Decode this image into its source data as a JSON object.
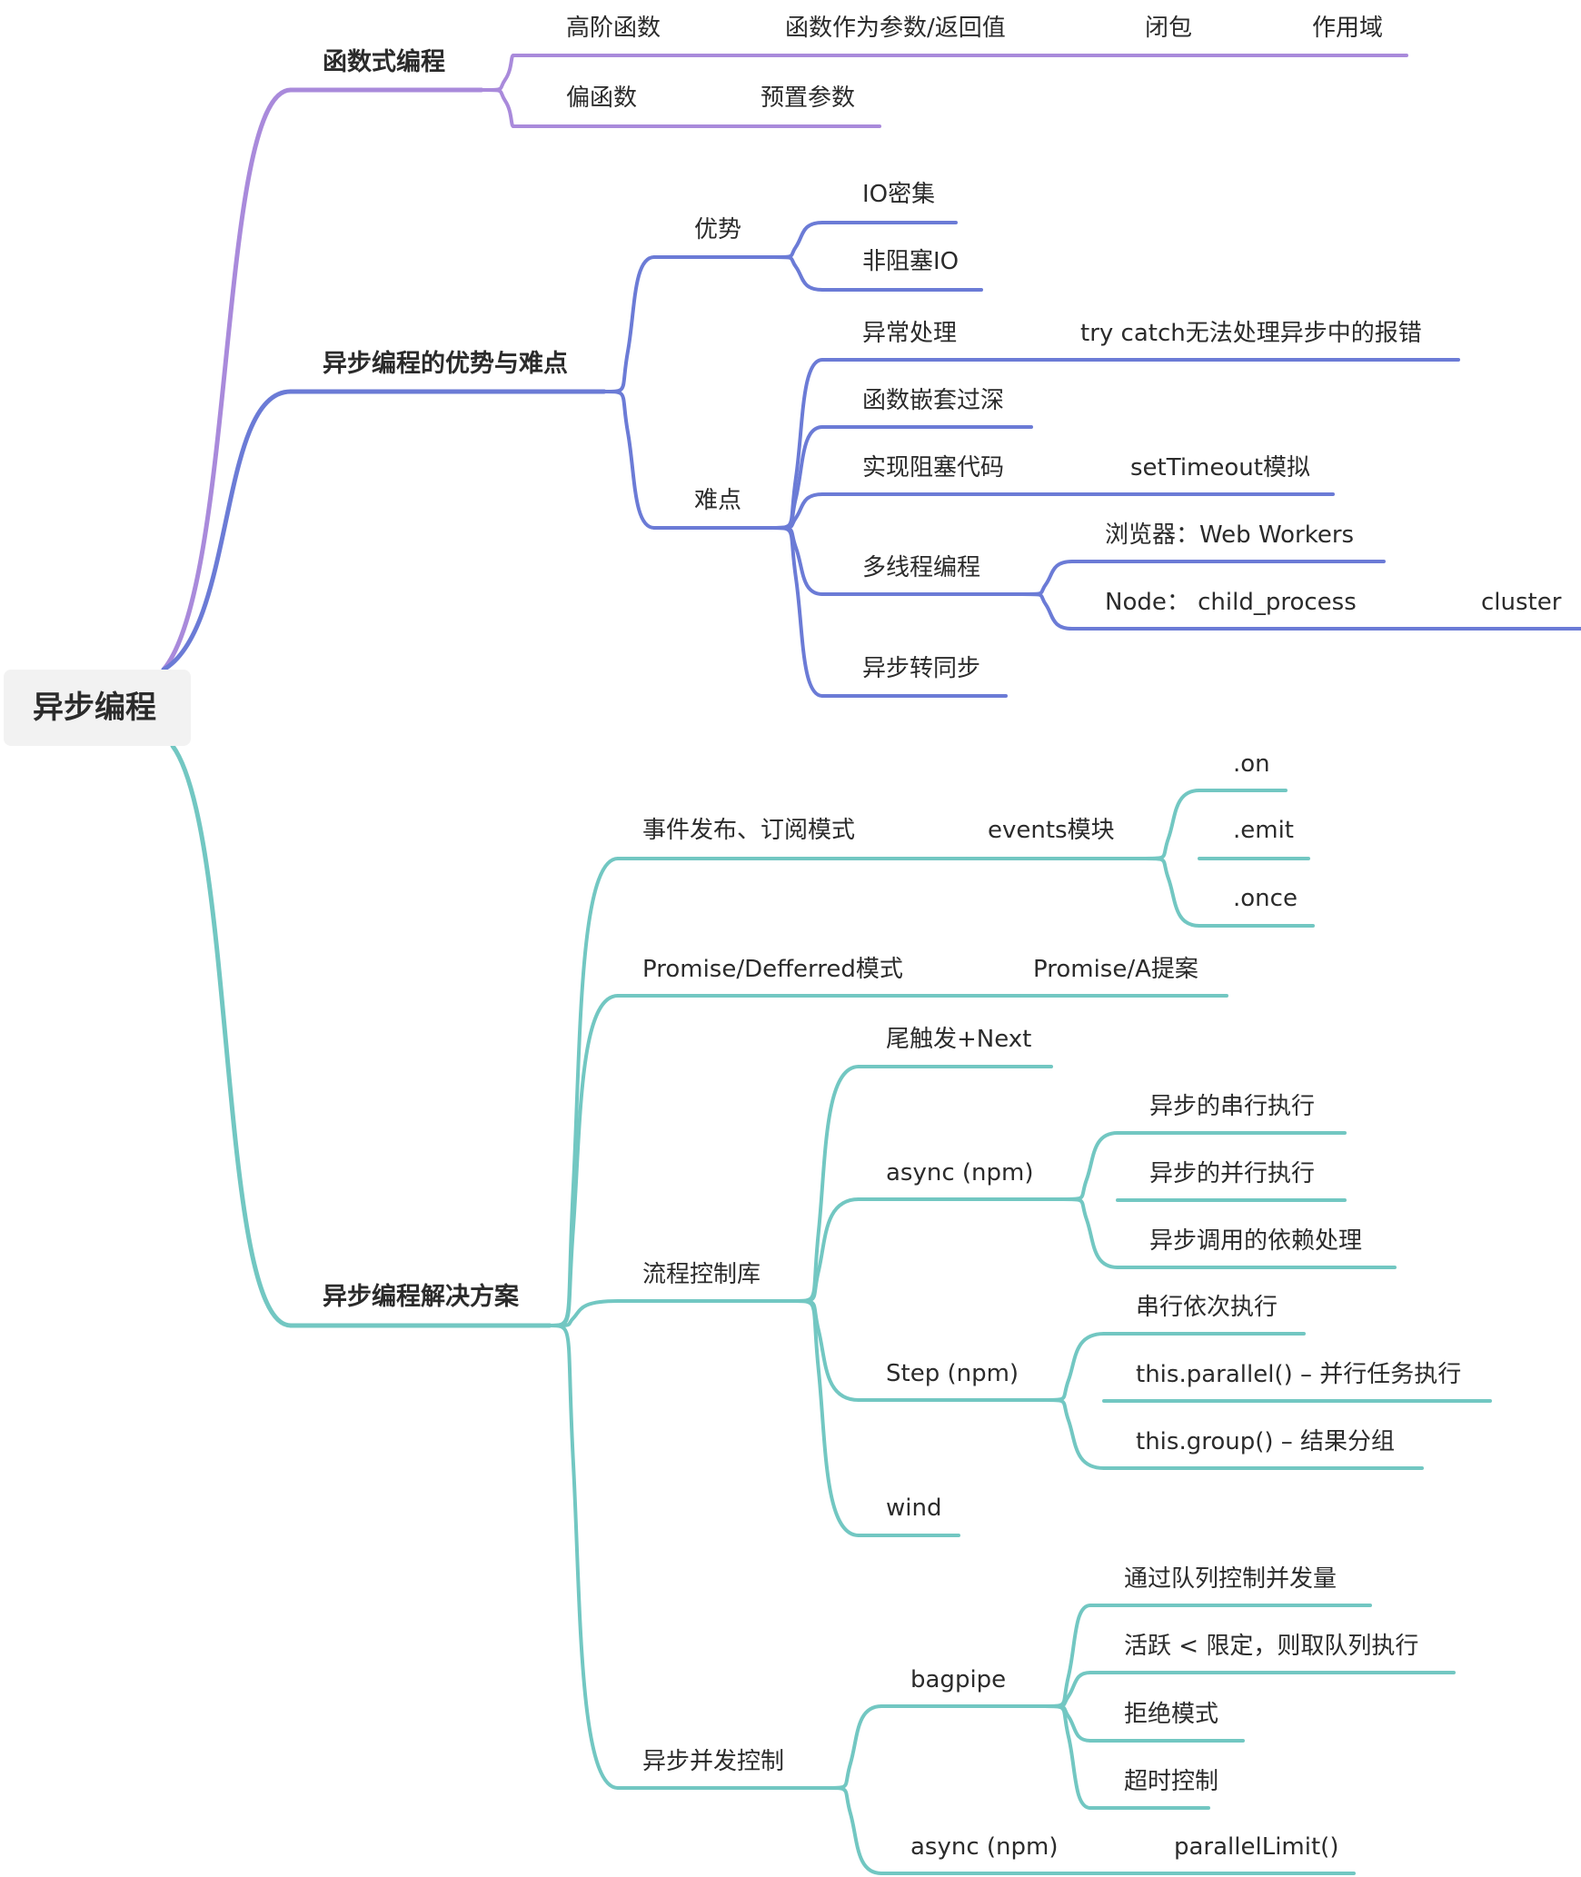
{
  "root": {
    "label": "异步编程"
  },
  "colors": {
    "purple": "#a98adb",
    "blue": "#6b7bd6",
    "teal": "#72c7c2"
  },
  "branches": [
    {
      "label": "函数式编程",
      "color": "purple",
      "children": [
        {
          "label": "高阶函数",
          "children": [
            {
              "label": "函数作为参数/返回值",
              "children": [
                {
                  "label": "闭包",
                  "children": [
                    {
                      "label": "作用域"
                    }
                  ]
                }
              ]
            }
          ]
        },
        {
          "label": "偏函数",
          "children": [
            {
              "label": "预置参数"
            }
          ]
        }
      ]
    },
    {
      "label": "异步编程的优势与难点",
      "color": "blue",
      "children": [
        {
          "label": "优势",
          "children": [
            {
              "label": "IO密集"
            },
            {
              "label": "非阻塞IO"
            }
          ]
        },
        {
          "label": "难点",
          "children": [
            {
              "label": "异常处理",
              "children": [
                {
                  "label": "try catch无法处理异步中的报错"
                }
              ]
            },
            {
              "label": "函数嵌套过深"
            },
            {
              "label": "实现阻塞代码",
              "children": [
                {
                  "label": "setTimeout模拟"
                }
              ]
            },
            {
              "label": "多线程编程",
              "children": [
                {
                  "label": "浏览器：Web Workers"
                },
                {
                  "label": "Node： child_process",
                  "children": [
                    {
                      "label": "cluster"
                    }
                  ]
                }
              ]
            },
            {
              "label": "异步转同步"
            }
          ]
        }
      ]
    },
    {
      "label": "异步编程解决方案",
      "color": "teal",
      "children": [
        {
          "label": "事件发布、订阅模式",
          "children": [
            {
              "label": "events模块",
              "children": [
                {
                  "label": ".on"
                },
                {
                  "label": ".emit"
                },
                {
                  "label": ".once"
                }
              ]
            }
          ]
        },
        {
          "label": "Promise/Defferred模式",
          "children": [
            {
              "label": "Promise/A提案"
            }
          ]
        },
        {
          "label": "流程控制库",
          "children": [
            {
              "label": "尾触发+Next"
            },
            {
              "label": "async (npm)",
              "children": [
                {
                  "label": "异步的串行执行"
                },
                {
                  "label": "异步的并行执行"
                },
                {
                  "label": "异步调用的依赖处理"
                }
              ]
            },
            {
              "label": "Step (npm)",
              "children": [
                {
                  "label": "串行依次执行"
                },
                {
                  "label": "this.parallel() – 并行任务执行"
                },
                {
                  "label": "this.group() – 结果分组"
                }
              ]
            },
            {
              "label": "wind"
            }
          ]
        },
        {
          "label": "异步并发控制",
          "children": [
            {
              "label": "bagpipe",
              "children": [
                {
                  "label": "通过队列控制并发量"
                },
                {
                  "label": "活跃 < 限定，则取队列执行"
                },
                {
                  "label": "拒绝模式"
                },
                {
                  "label": "超时控制"
                }
              ]
            },
            {
              "label": "async (npm)",
              "children": [
                {
                  "label": "parallelLimit()"
                }
              ]
            }
          ]
        }
      ]
    }
  ]
}
